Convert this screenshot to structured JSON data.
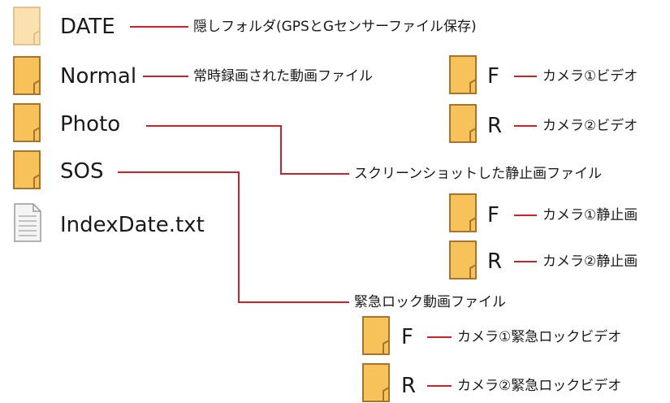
{
  "root_folders": [
    {
      "name": "DATE",
      "desc": "隠しフォルダ(GPSとGセンサーファイル保存)",
      "icon": "hidden-folder-icon"
    },
    {
      "name": "Normal",
      "desc": "常時録画された動画ファイル",
      "icon": "folder-icon"
    },
    {
      "name": "Photo",
      "icon": "folder-icon"
    },
    {
      "name": "SOS",
      "icon": "folder-icon"
    }
  ],
  "root_file": {
    "name": "IndexDate.txt",
    "icon": "text-file-icon"
  },
  "normal_sub": [
    {
      "name": "F",
      "desc": "カメラ①ビデオ"
    },
    {
      "name": "R",
      "desc": "カメラ②ビデオ"
    }
  ],
  "photo_desc": "スクリーンショットした静止画ファイル",
  "photo_sub": [
    {
      "name": "F",
      "desc": "カメラ①静止画"
    },
    {
      "name": "R",
      "desc": "カメラ②静止画"
    }
  ],
  "sos_desc": "緊急ロック動画ファイル",
  "sos_sub": [
    {
      "name": "F",
      "desc": "カメラ①緊急ロックビデオ"
    },
    {
      "name": "R",
      "desc": "カメラ②緊急ロックビデオ"
    }
  ],
  "colors": {
    "folder_fill": "#f7c25a",
    "folder_stroke": "#a9742a",
    "hidden_folder_fill": "#fbe0b0",
    "connector": "#d0202a"
  }
}
